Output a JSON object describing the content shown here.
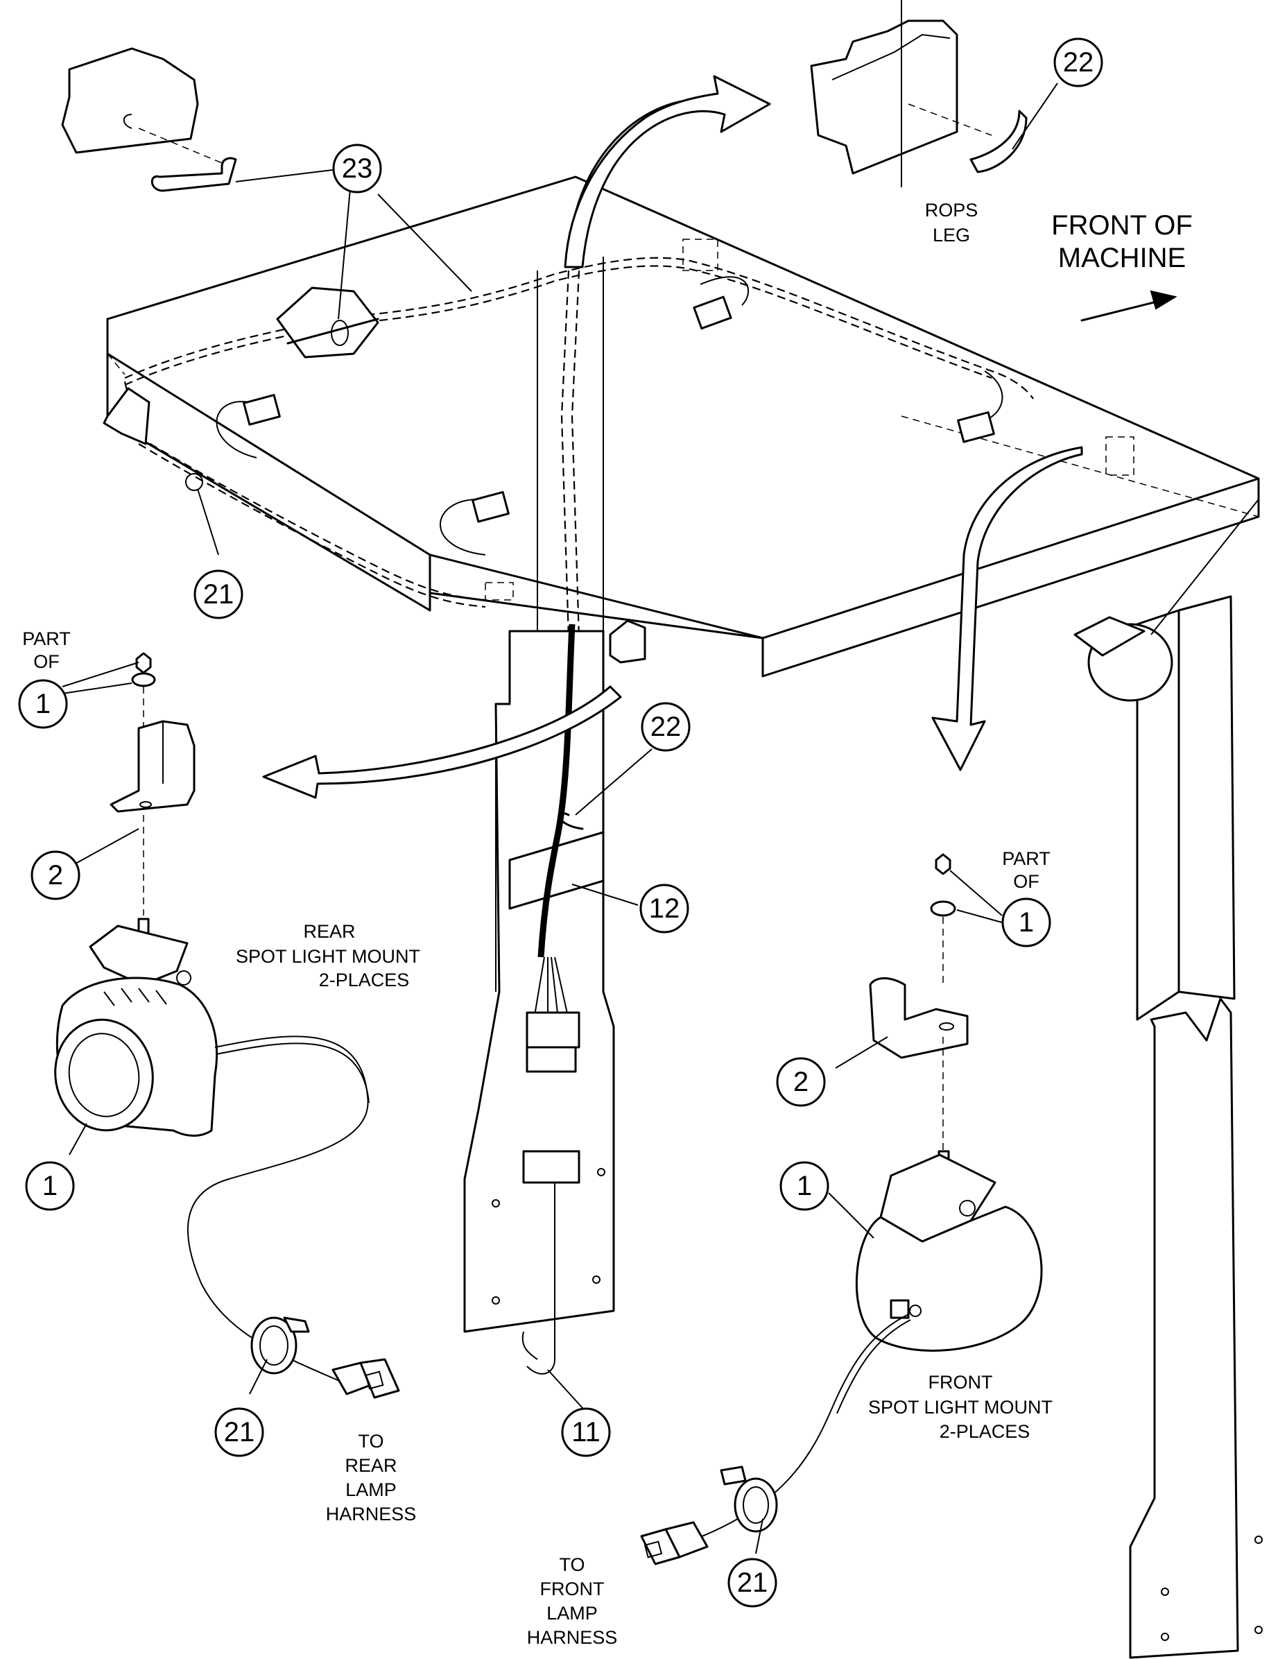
{
  "labels": {
    "rops_leg": [
      "ROPS",
      "LEG"
    ],
    "front_of_machine": [
      "FRONT OF",
      "MACHINE"
    ],
    "part_of_rear": [
      "PART",
      "OF"
    ],
    "part_of_front": [
      "PART",
      "OF"
    ],
    "rear_spot_mount": [
      "REAR",
      "SPOT LIGHT MOUNT",
      "2-PLACES"
    ],
    "front_spot_mount": [
      "FRONT",
      "SPOT LIGHT MOUNT",
      "2-PLACES"
    ],
    "to_rear_lamp": [
      "TO",
      "REAR",
      "LAMP",
      "HARNESS"
    ],
    "to_front_lamp": [
      "TO",
      "FRONT",
      "LAMP",
      "HARNESS"
    ]
  },
  "callouts": {
    "c23": "23",
    "c22_top": "22",
    "c21_left": "21",
    "c1_part_rear": "1",
    "c2_rear": "2",
    "c22_mid": "22",
    "c12": "12",
    "c1_part_front": "1",
    "c2_front": "2",
    "c1_rear_light": "1",
    "c1_front_light": "1",
    "c21_rear_cable": "21",
    "c11": "11",
    "c21_front_cable": "21"
  }
}
